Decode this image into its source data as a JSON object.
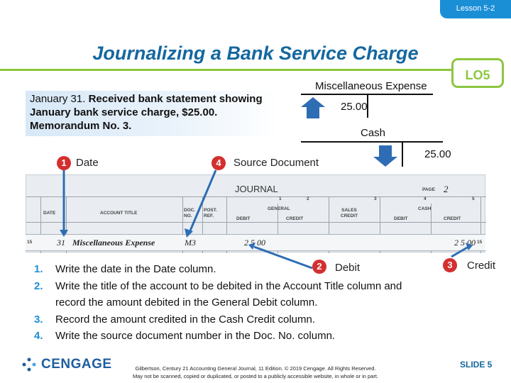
{
  "lesson_tab": "Lesson 5-2",
  "title": "Journalizing a Bank Service Charge",
  "lo_badge": "LO5",
  "transaction": {
    "date_text": "January 31.",
    "body": "Received bank statement showing January bank service charge, $25.00. Memorandum No. 3."
  },
  "t_accounts": [
    {
      "name": "Miscellaneous Expense",
      "debit": "25.00",
      "credit": ""
    },
    {
      "name": "Cash",
      "debit": "",
      "credit": "25.00"
    }
  ],
  "callouts": [
    {
      "num": "1",
      "label": "Date"
    },
    {
      "num": "4",
      "label": "Source Document"
    },
    {
      "num": "2",
      "label": "Debit"
    },
    {
      "num": "3",
      "label": "Credit"
    }
  ],
  "journal": {
    "title": "JOURNAL",
    "page_label": "PAGE",
    "page_number": "2",
    "col_numbers": [
      "1",
      "2",
      "3",
      "4",
      "5"
    ],
    "headers": {
      "date": "DATE",
      "account_title": "ACCOUNT TITLE",
      "doc_no": "DOC. NO.",
      "post_ref": "POST. REF.",
      "general": "GENERAL",
      "sales_credit": "SALES CREDIT",
      "cash": "CASH",
      "debit": "DEBIT",
      "credit": "CREDIT"
    },
    "row": {
      "line": "15",
      "day": "31",
      "account": "Miscellaneous Expense",
      "doc": "M3",
      "general_debit": "2 5 00",
      "cash_credit": "2 5 00",
      "line_end": "15"
    }
  },
  "steps": [
    {
      "num": "1.",
      "text": "Write the date in the Date column."
    },
    {
      "num": "2.",
      "text": "Write the title of the account to be debited in the Account Title column and record the amount debited in the General Debit column."
    },
    {
      "num": "3.",
      "text": "Record the amount credited in the Cash Credit column."
    },
    {
      "num": "4.",
      "text": "Write the source document number in the Doc. No. column."
    }
  ],
  "footer": {
    "brand": "CENGAGE",
    "copyright_line1": "Gilbertson, Century 21 Accounting General Journal, 11 Edition. © 2019 Cengage. All Rights Reserved.",
    "copyright_line2": "May not be scanned, copied or duplicated, or posted to a publicly accessible website, in whole or in part.",
    "slide": "SLIDE 5"
  },
  "colors": {
    "brand_blue": "#15679f",
    "accent_green": "#8cc63f",
    "callout_red": "#d42f2f",
    "arrow_blue": "#2e6db4"
  }
}
